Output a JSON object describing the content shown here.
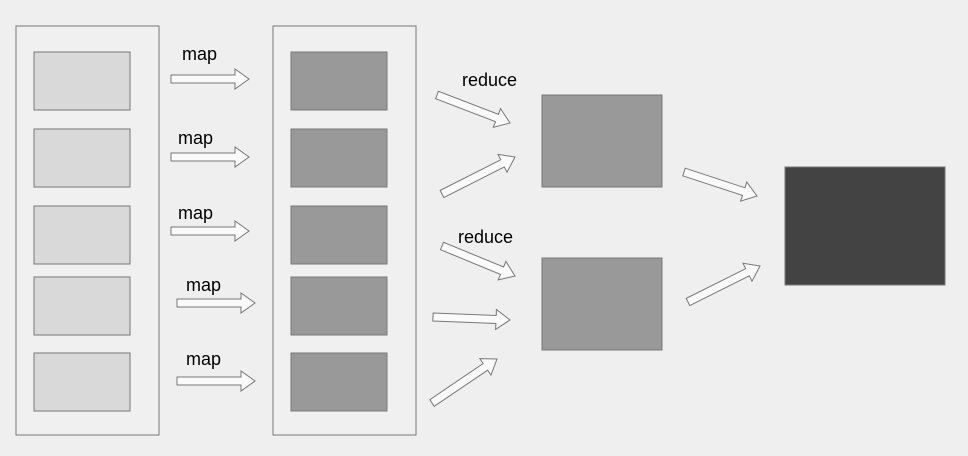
{
  "labels": {
    "map": [
      "map",
      "map",
      "map",
      "map",
      "map"
    ],
    "reduce": [
      "reduce",
      "reduce"
    ]
  },
  "colors": {
    "background": "#efefef",
    "container": "#f0f0f0",
    "input_box": "#d9d9d9",
    "mapped_box": "#999999",
    "reduced_box": "#999999",
    "output_box": "#434343",
    "stroke": "#777777",
    "arrow_fill": "#fafafa"
  }
}
